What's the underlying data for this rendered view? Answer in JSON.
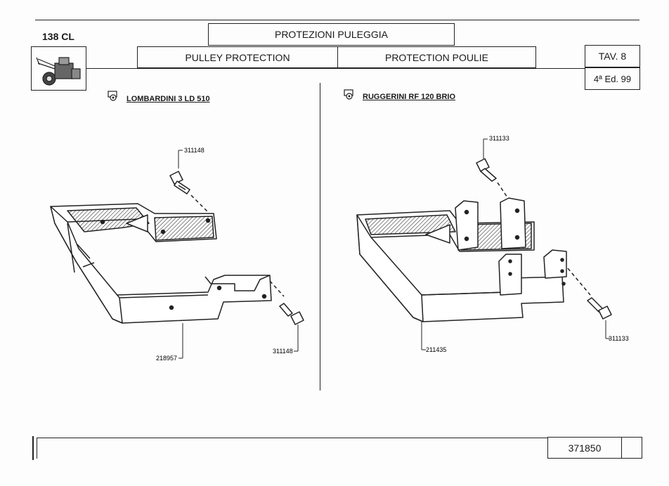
{
  "header": {
    "model": "138 CL",
    "title_it": "PROTEZIONI PULEGGIA",
    "title_en": "PULLEY PROTECTION",
    "title_fr": "PROTECTION POULIE",
    "table_no": "TAV. 8",
    "edition": "4ª Ed. 99"
  },
  "left": {
    "engine": "LOMBARDINI 3 LD 510",
    "parts": {
      "bolt_top": "311148",
      "bolt_bottom": "311148",
      "guard": "218957"
    }
  },
  "right": {
    "engine": "RUGGERINI RF 120 BRIO",
    "parts": {
      "bolt_top": "311133",
      "bolt_bottom": "311133",
      "guard": "211435"
    }
  },
  "footer": {
    "code": "371850"
  }
}
